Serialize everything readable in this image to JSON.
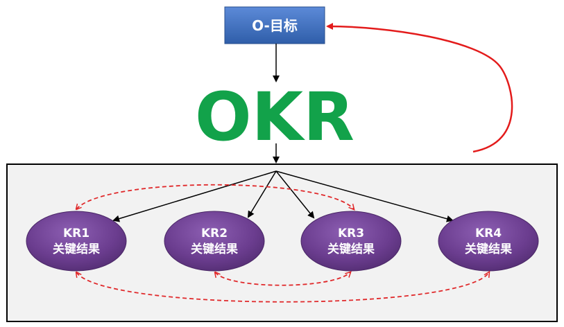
{
  "objective": {
    "label": "O-目标"
  },
  "title": {
    "text": "OKR"
  },
  "key_results": [
    {
      "code": "KR1",
      "label": "关键结果"
    },
    {
      "code": "KR2",
      "label": "关键结果"
    },
    {
      "code": "KR3",
      "label": "关键结果"
    },
    {
      "code": "KR4",
      "label": "关键结果"
    }
  ],
  "colors": {
    "objective_box": "#3f6fbf",
    "okr_text": "#12a24a",
    "kr_ellipse": "#6b3d8f",
    "panel_bg": "#f2f2f2",
    "dashed_arrows": "#e0282a",
    "feedback_arrow": "#e31b1b"
  }
}
